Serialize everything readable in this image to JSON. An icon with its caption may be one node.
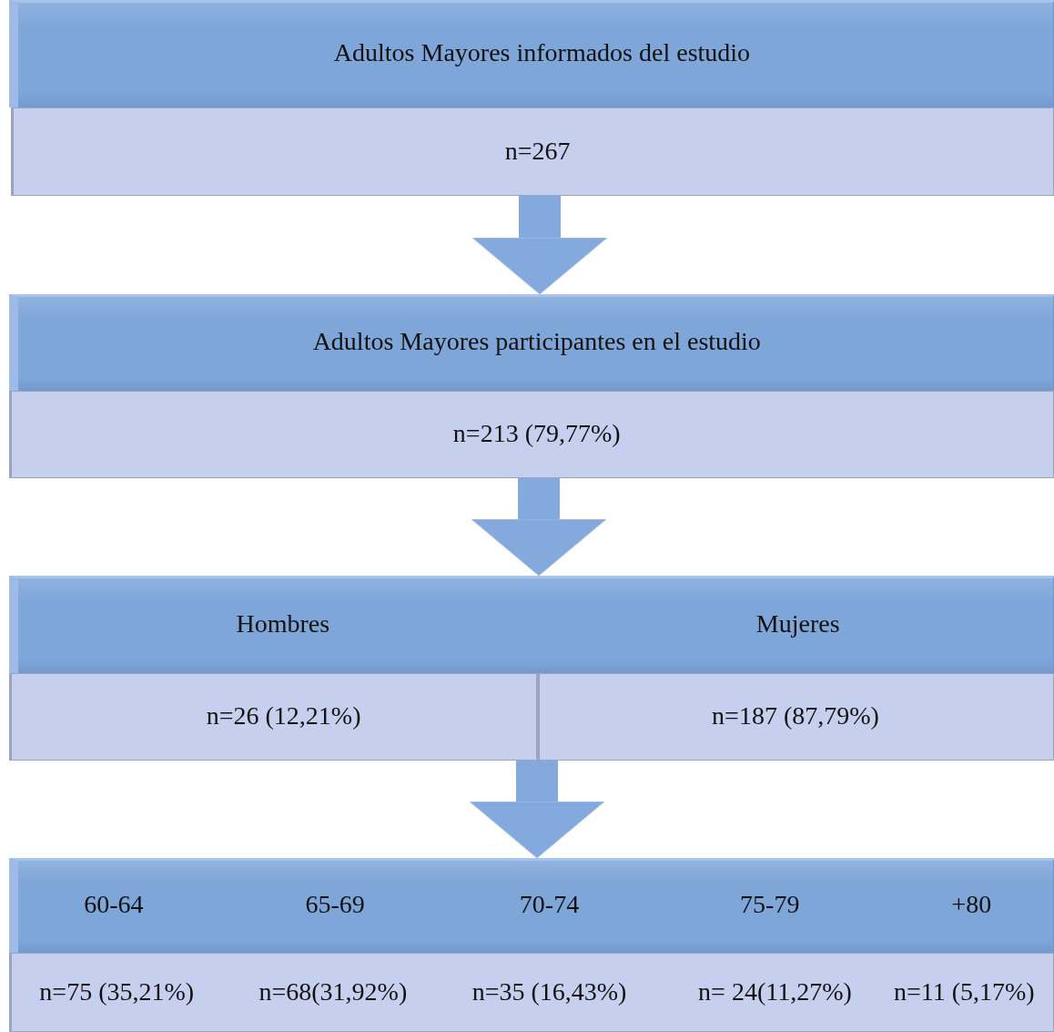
{
  "diagram": {
    "nodes": [
      {
        "text": [
          "Adultos Mayores informados del estudio"
        ]
      },
      {
        "text": [
          "n=267"
        ]
      },
      {
        "text": [
          "Adultos Mayores participantes en el estudio"
        ]
      },
      {
        "text": [
          "n=213 (79,77%)"
        ]
      },
      {
        "text": [
          "Hombres",
          "Mujeres"
        ]
      },
      {
        "text": [
          "n=26 (12,21%)"
        ]
      },
      {
        "text": [
          "n=187 (87,79%)"
        ]
      },
      {
        "text": [
          "60-64",
          "65-69",
          "70-74",
          "75-79",
          "+80"
        ]
      },
      {
        "text": [
          "n=75 (35,21%)",
          "n=68(31,92%)",
          "n=35 (16,43%)",
          "n= 24(11,27%)",
          "n=11 (5,17%)"
        ]
      }
    ],
    "edges": [
      {
        "from": 1,
        "to": 2,
        "arrow": "to"
      },
      {
        "from": 3,
        "to": 4,
        "arrow": "to"
      },
      {
        "from": 5,
        "to": 7,
        "arrow": "to"
      },
      {
        "from": 6,
        "to": 7,
        "arrow": "to"
      }
    ]
  }
}
